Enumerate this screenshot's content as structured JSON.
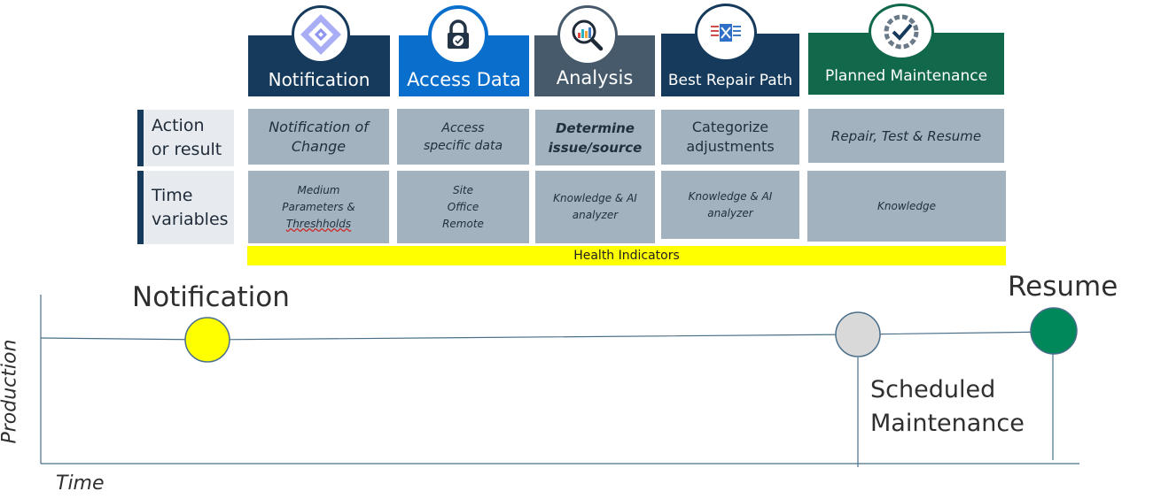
{
  "headers": [
    {
      "label": "Notification",
      "color": "#163a5c",
      "icon": "diamond-icon"
    },
    {
      "label": "Access Data",
      "color": "#0a6ecd",
      "icon": "lock-icon"
    },
    {
      "label": "Analysis",
      "color": "#475a6c",
      "icon": "magnifier-chart-icon"
    },
    {
      "label": "Best Repair Path",
      "color": "#163a5c",
      "icon": "network-icon"
    },
    {
      "label": "Planned Maintenance",
      "color": "#11684a",
      "icon": "checkmark-icon"
    }
  ],
  "rows": {
    "action_label": [
      "Action",
      "or result"
    ],
    "time_label": [
      "Time",
      "variables"
    ],
    "action_cells": [
      [
        "Notification of",
        "Change"
      ],
      [
        "Access",
        "specific data"
      ],
      [
        "Determine",
        "issue/source"
      ],
      [
        "Categorize",
        "adjustments"
      ],
      [
        "Repair, Test & Resume"
      ]
    ],
    "time_cells": [
      [
        "Medium",
        "Parameters &",
        "Threshholds"
      ],
      [
        "Site",
        "Office",
        "Remote"
      ],
      [
        "Knowledge & AI",
        "analyzer"
      ],
      [
        "Knowledge & AI",
        "analyzer"
      ],
      [
        "Knowledge"
      ]
    ]
  },
  "health_indicators": "Health Indicators",
  "timeline": {
    "y_label": "Production",
    "x_label": "Time",
    "events": [
      {
        "label": "Notification",
        "color": "#ffff00"
      },
      {
        "label": "Scheduled Maintenance",
        "lines": [
          "Scheduled",
          "Maintenance"
        ],
        "color": "#d9d9d9"
      },
      {
        "label": "Resume",
        "color": "#00875a"
      }
    ]
  }
}
